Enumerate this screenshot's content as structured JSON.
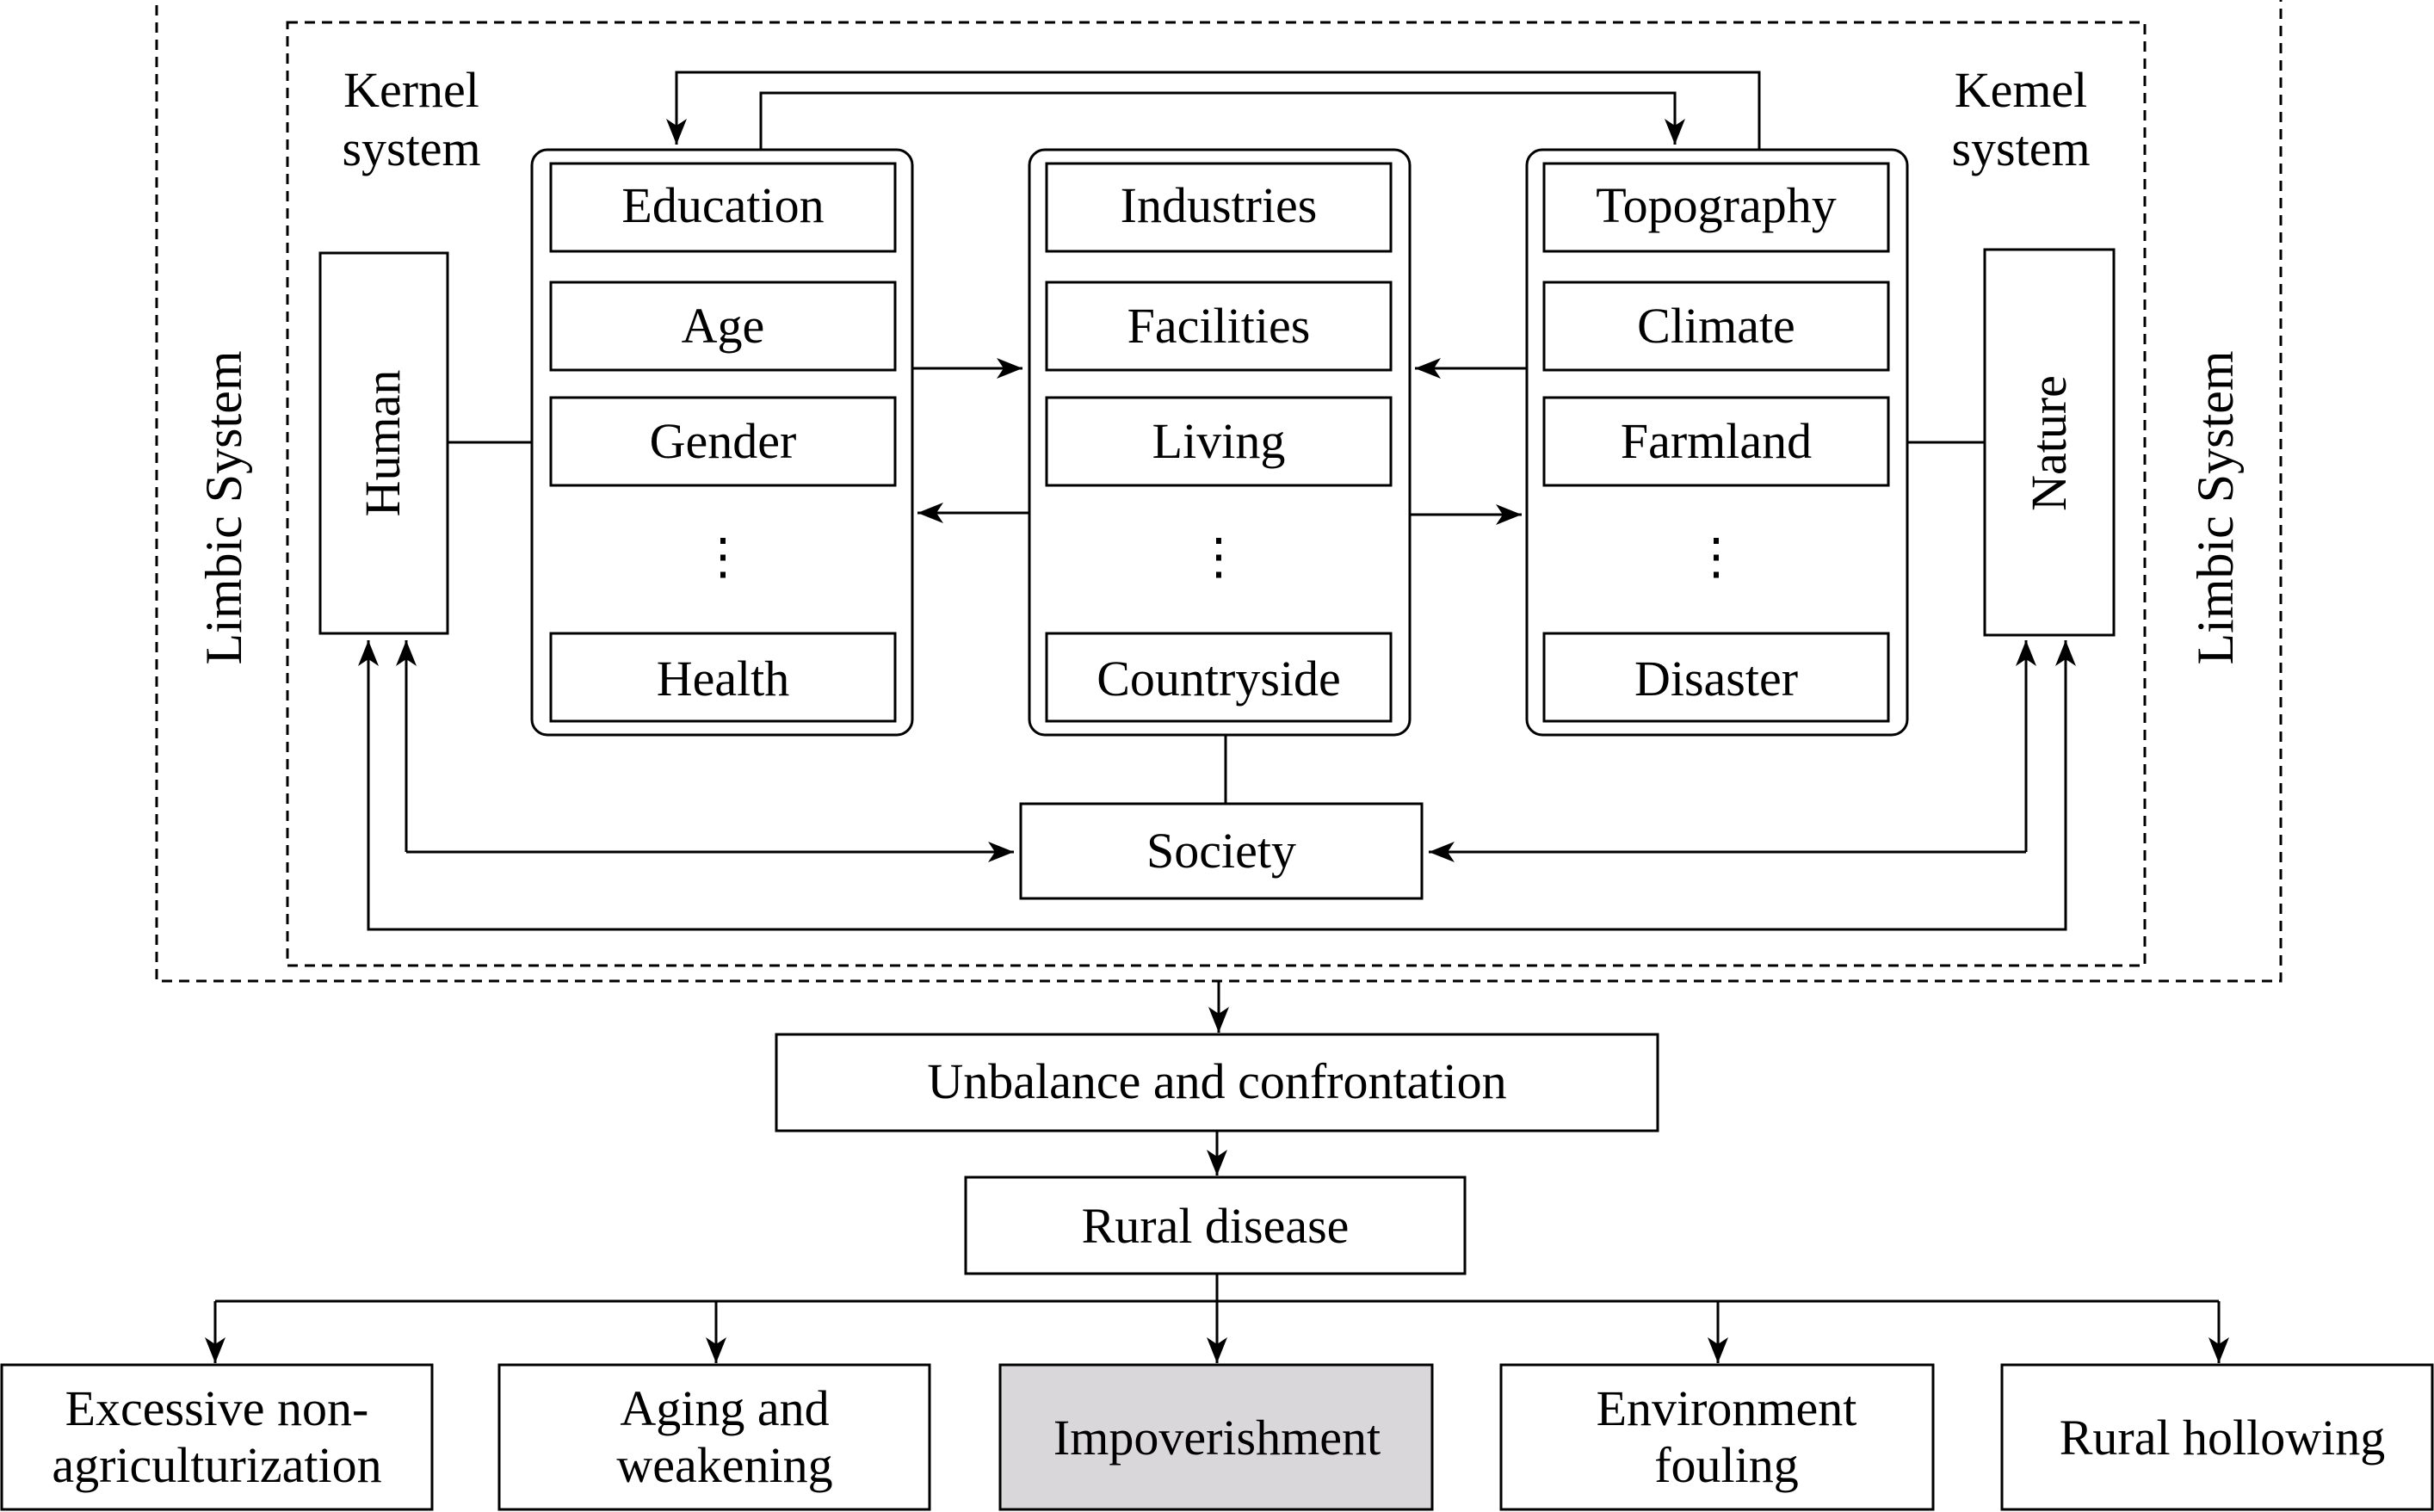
{
  "labels": {
    "kernel_left_line1": "Kernel",
    "kernel_left_line2": "system",
    "kernel_right_line1": "Kemel",
    "kernel_right_line2": "system",
    "limbic_left": "Limbic System",
    "limbic_right": "Limbic System"
  },
  "human": "Human",
  "nature": "Nature",
  "human_factors": [
    "Education",
    "Age",
    "Gender",
    "⋮",
    "Health"
  ],
  "society_factors": [
    "Industries",
    "Facilities",
    "Living",
    "⋮",
    "Countryside"
  ],
  "nature_factors": [
    "Topography",
    "Climate",
    "Farmland",
    "⋮",
    "Disaster"
  ],
  "society": "Society",
  "unbalance": "Unbalance and confrontation",
  "rural_disease": "Rural disease",
  "outcomes": [
    {
      "line1": "Excessive non-",
      "line2": "agriculturization",
      "highlight": false
    },
    {
      "line1": "Aging and",
      "line2": "weakening",
      "highlight": false
    },
    {
      "line1": "Impoverishment",
      "line2": "",
      "highlight": true
    },
    {
      "line1": "Environment",
      "line2": "fouling",
      "highlight": false
    },
    {
      "line1": "Rural hollowing",
      "line2": "",
      "highlight": false
    }
  ],
  "colors": {
    "highlight_fill": "#d9d7d9",
    "stroke": "#000000",
    "background": "#ffffff"
  }
}
